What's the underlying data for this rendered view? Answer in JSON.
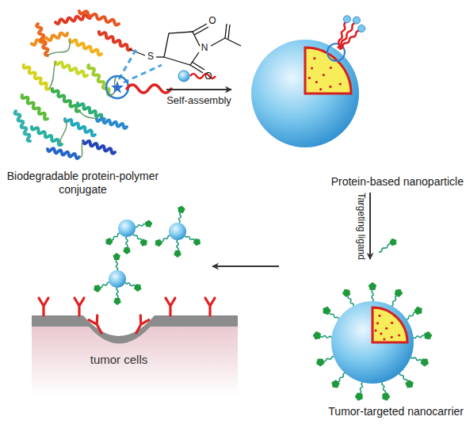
{
  "diagram": {
    "nodes": [
      {
        "text": [
          "Biodegradable protein-polymer conjugate"
        ]
      },
      {
        "text": [
          "Protein-based nanoparticle"
        ]
      },
      {
        "text": [
          "Tumor-targeted nanocarrier"
        ]
      },
      {
        "text": [
          "tumor cells"
        ]
      }
    ],
    "edges": [
      {
        "from": 0,
        "to": 1,
        "arrow": "to",
        "label": "Self-assembly"
      },
      {
        "from": 1,
        "to": 2,
        "arrow": "to",
        "label": "Targeting ligand"
      },
      {
        "from": 2,
        "to": 3,
        "arrow": "to"
      }
    ],
    "labels": [
      "S",
      "N",
      "O",
      "O"
    ]
  }
}
